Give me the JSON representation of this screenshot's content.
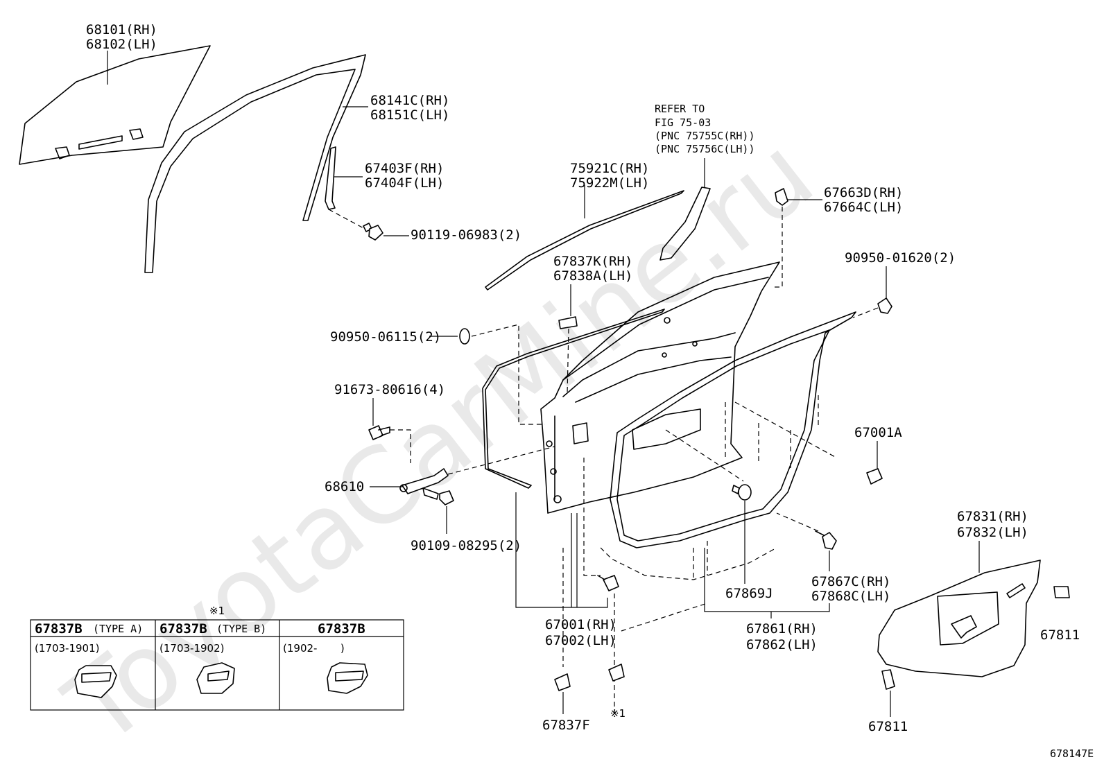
{
  "watermark": "ToyotaCarMine.ru",
  "figure_code": "678147E",
  "labels": {
    "p68101": "68101(RH)",
    "p68102": "68102(LH)",
    "p68141c": "68141C(RH)",
    "p68151c": "68151C(LH)",
    "p67403f": "67403F(RH)",
    "p67404f": "67404F(LH)",
    "p90119": "90119-06983(2)",
    "refer1": "REFER TO",
    "refer2": "FIG 75-03",
    "refer3": "(PNC 75755C(RH))",
    "refer4": "(PNC 75756C(LH))",
    "p75921c": "75921C(RH)",
    "p75922m": "75922M(LH)",
    "p67663d": "67663D(RH)",
    "p67664c": "67664C(LH)",
    "p90950_01620": "90950-01620(2)",
    "p67837k": "67837K(RH)",
    "p67838a": "67838A(LH)",
    "p90950_06115": "90950-06115(2)",
    "p91673": "91673-80616(4)",
    "p67001a": "67001A",
    "p68610": "68610",
    "p90109": "90109-08295(2)",
    "p67831": "67831(RH)",
    "p67832": "67832(LH)",
    "p67867c": "67867C(RH)",
    "p67868c": "67868C(LH)",
    "p67869j": "67869J",
    "p67861": "67861(RH)",
    "p67862": "67862(LH)",
    "p67001": "67001(RH)",
    "p67002": "67002(LH)",
    "p67811a": "67811",
    "p67811b": "67811",
    "p67837f": "67837F",
    "note1_bottom": "※1"
  },
  "table": {
    "note_mark": "※1",
    "columns": [
      {
        "part": "67837B",
        "type": "(TYPE A)",
        "range": "(1703-1901)"
      },
      {
        "part": "67837B",
        "type": "(TYPE B)",
        "range": "(1703-1902)"
      },
      {
        "part": "67837B",
        "type": "",
        "range": "(1902-       )"
      }
    ]
  }
}
